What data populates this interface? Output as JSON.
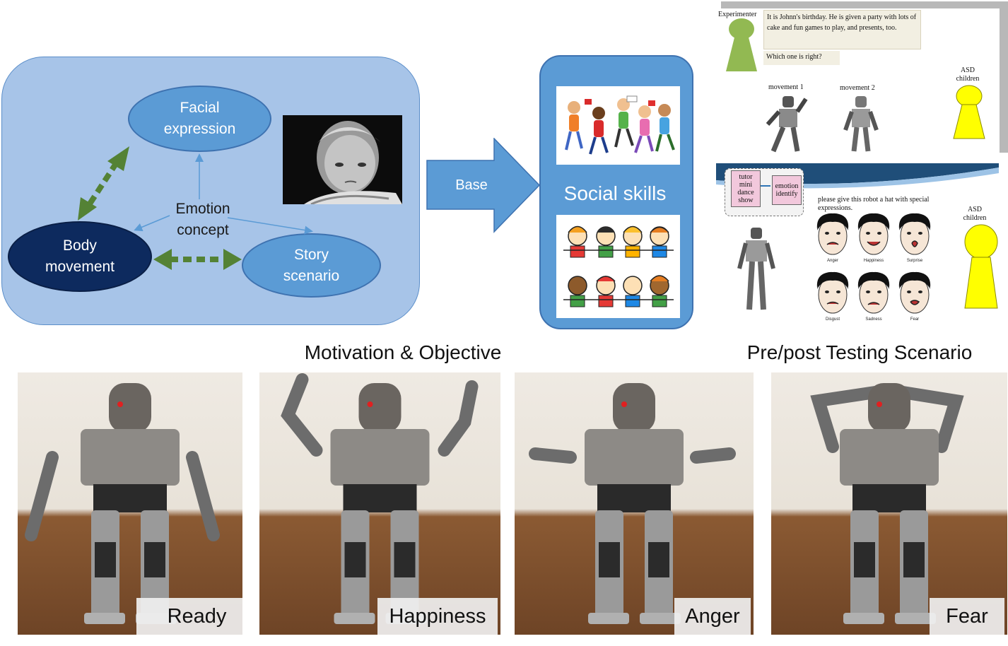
{
  "concept": {
    "facial": "Facial expression",
    "facial_l1": "Facial",
    "facial_l2": "expression",
    "body_l1": "Body",
    "body_l2": "movement",
    "story_l1": "Story",
    "story_l2": "scenario",
    "emotion_l1": "Emotion",
    "emotion_l2": "concept"
  },
  "arrow_label": "Base",
  "social": {
    "title": "Social skills"
  },
  "captions": {
    "motivation": "Motivation & Objective",
    "testing": "Pre/post Testing Scenario"
  },
  "scenario1": {
    "experimenter": "Experimenter",
    "story": "It is Johnn's birthday. He is given a party with lots of cake and fun games to play, and presents, too.",
    "question": "Which one is right?",
    "movement1": "movement 1",
    "movement2": "movement 2",
    "asd_l1": "ASD",
    "asd_l2": "children"
  },
  "scenario2": {
    "tutor_l1": "tutor",
    "tutor_l2": "mini",
    "tutor_l3": "dance",
    "tutor_l4": "show",
    "emotion_l1": "emotion",
    "emotion_l2": "identify",
    "instruction": "please give this robot a hat with special expressions.",
    "faces": [
      "Anger",
      "Happiness",
      "Surprise",
      "Disgust",
      "Sadness",
      "Fear"
    ],
    "asd_l1": "ASD",
    "asd_l2": "children"
  },
  "poses": [
    "Ready",
    "Happiness",
    "Anger",
    "Fear"
  ],
  "colors": {
    "panel": "#a7c4e8",
    "node": "#5b9bd5",
    "node_dark": "#0d2a5e",
    "double_arrow": "#548235",
    "experimenter": "#92b952",
    "child_figure": "#ffff00"
  }
}
